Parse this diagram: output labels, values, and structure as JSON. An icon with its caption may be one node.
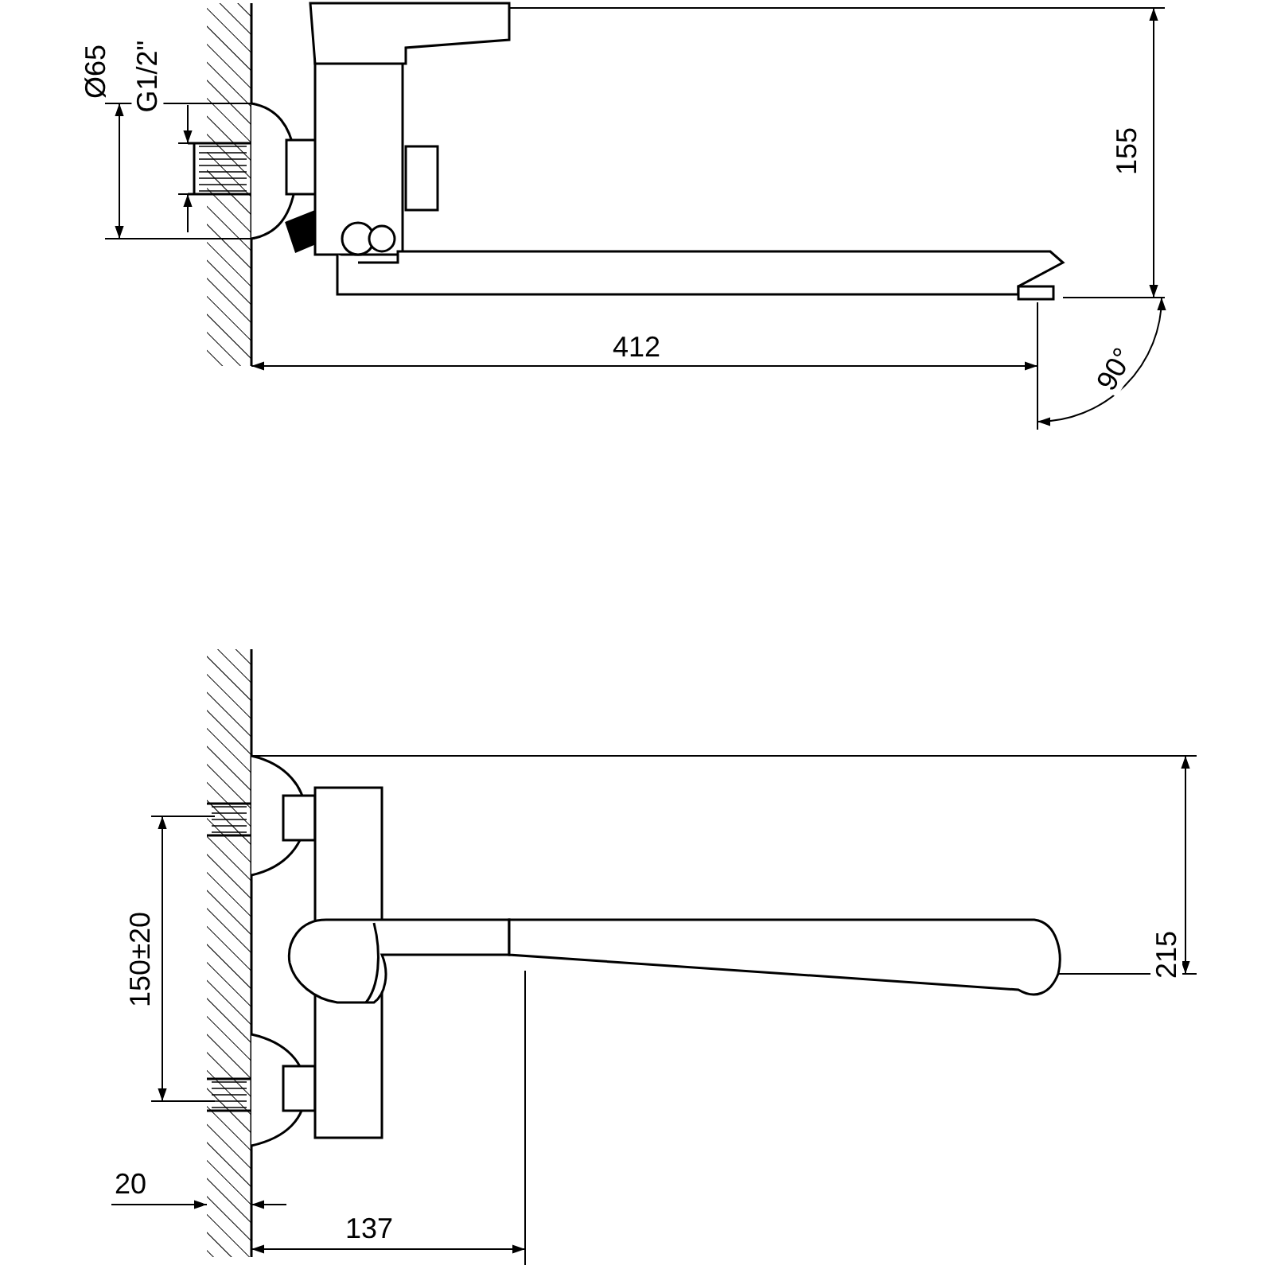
{
  "diagram": {
    "labels": [
      "Ø65",
      "G1/2\"",
      "155",
      "412",
      "90°",
      "150±20",
      "215",
      "20",
      "137"
    ]
  }
}
